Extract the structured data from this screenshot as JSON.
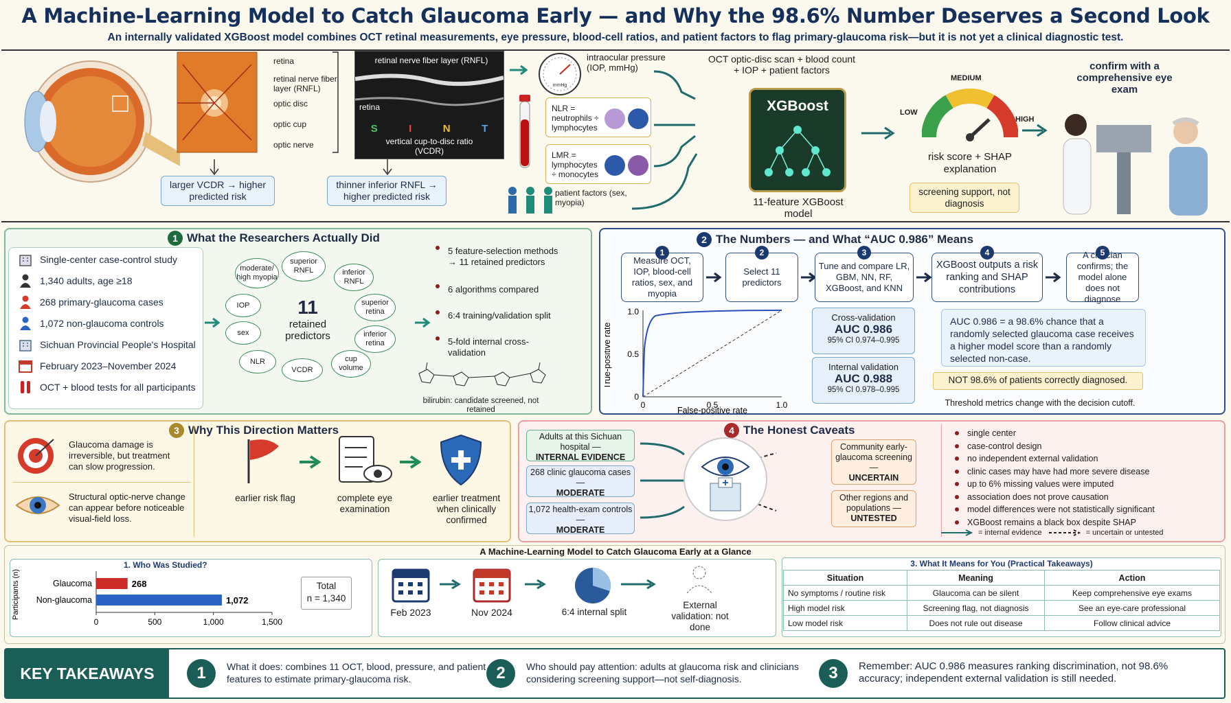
{
  "header": {
    "title": "A Machine-Learning Model to Catch Glaucoma Early — and Why the 98.6% Number Deserves a Second Look",
    "subtitle": "An internally validated XGBoost model combines OCT retinal measurements, eye pressure, blood-cell ratios, and patient factors to flag primary-glaucoma risk—but it is not yet a clinical diagnostic test."
  },
  "hero": {
    "eye_labels": [
      "retina",
      "retinal nerve fiber layer (RNFL)",
      "optic disc",
      "optic cup",
      "optic nerve"
    ],
    "oct_title": "retinal nerve fiber layer (RNFL)",
    "oct_retina": "retina",
    "oct_sectors": [
      "S",
      "I",
      "N",
      "T"
    ],
    "oct_caption": "vertical cup-to-disc ratio (VCDR)",
    "note_vcdr": "larger VCDR → higher predicted risk",
    "note_rnfl": "thinner inferior RNFL → higher predicted risk",
    "iop_label": "intraocular pressure (IOP, mmHg)",
    "gauge_unit": "mmHg",
    "nlr_label": "NLR = neutrophils ÷ lymphocytes",
    "lmr_label": "LMR = lymphocytes ÷ monocytes",
    "patient_label": "patient factors (sex, myopia)",
    "input_heading": "OCT optic-disc scan + blood count + IOP + patient factors",
    "model_name": "XGBoost",
    "model_caption": "11-feature XGBoost model",
    "risk_low": "LOW",
    "risk_medium": "MEDIUM",
    "risk_high": "HIGH",
    "risk_caption": "risk score + SHAP explanation",
    "screening_note": "screening support, not diagnosis",
    "confirm": "confirm with a comprehensive eye exam"
  },
  "section1": {
    "number": "1",
    "title": "What the Researchers Actually Did",
    "items": [
      {
        "icon": "building-icon",
        "text": "Single-center case-control study"
      },
      {
        "icon": "person-icon",
        "text": "1,340 adults, age ≥18"
      },
      {
        "icon": "person-red-icon",
        "text": "268 primary-glaucoma cases"
      },
      {
        "icon": "person-blue-icon",
        "text": "1,072 non-glaucoma controls"
      },
      {
        "icon": "hospital-icon",
        "text": "Sichuan Provincial People's Hospital"
      },
      {
        "icon": "calendar-icon",
        "text": "February 2023–November 2024"
      },
      {
        "icon": "test-tube-icon",
        "text": "OCT + blood tests for all participants"
      }
    ],
    "center_number": "11",
    "center_label": "retained predictors",
    "predictors": [
      "superior RNFL",
      "inferior RNFL",
      "superior retina",
      "inferior retina",
      "cup volume",
      "VCDR",
      "NLR",
      "sex",
      "IOP",
      "moderate/ high myopia"
    ],
    "steps": [
      "5 feature-selection methods → 11 retained predictors",
      "6 algorithms compared",
      "6:4 training/validation split",
      "5-fold internal cross-validation"
    ],
    "bilirubin_caption": "bilirubin: candidate screened, not retained"
  },
  "section2": {
    "number": "2",
    "title": "The Numbers — and What  “AUC 0.986” Means",
    "flow": [
      {
        "n": "1",
        "text": "Measure OCT, IOP, blood-cell ratios, sex, and myopia"
      },
      {
        "n": "2",
        "text": "Select 11 predictors"
      },
      {
        "n": "3",
        "text": "Tune and compare LR, GBM, NN, RF, XGBoost, and KNN"
      },
      {
        "n": "4",
        "text": "XGBoost outputs a risk ranking and SHAP contributions"
      },
      {
        "n": "5",
        "text": "A clinician confirms; the model alone does not diagnose"
      }
    ],
    "roc": {
      "ylabel": "True-positive rate",
      "xlabel": "False-positive rate",
      "ticks": [
        "0",
        "0.5",
        "1.0"
      ],
      "yticks": [
        "0",
        "0.5",
        "1.0"
      ]
    },
    "cv": {
      "title": "Cross-validation",
      "value": "AUC 0.986",
      "ci": "95% CI 0.974–0.995"
    },
    "iv": {
      "title": "Internal validation",
      "value": "AUC 0.988",
      "ci": "95% CI 0.978–0.995"
    },
    "explain": "AUC 0.986 = a 98.6% chance that a randomly selected glaucoma case receives a higher model score than a randomly selected non-case.",
    "warning": "NOT 98.6% of patients correctly diagnosed.",
    "threshold": "Threshold metrics change with the decision cutoff."
  },
  "section3": {
    "number": "3",
    "title": "Why This Direction Matters",
    "note1": "Glaucoma damage is irreversible, but treatment can slow progression.",
    "note2": "Structural optic-nerve change can appear before noticeable visual-field loss.",
    "flow": [
      "earlier risk flag",
      "complete eye examination",
      "earlier treatment when clinically confirmed"
    ]
  },
  "section4": {
    "number": "4",
    "title": "The Honest Caveats",
    "left": [
      {
        "text": "Adults at this Sichuan hospital —",
        "tag": "INTERNAL EVIDENCE"
      },
      {
        "text": "268 clinic glaucoma cases —",
        "tag": "MODERATE"
      },
      {
        "text": "1,072 health-exam controls —",
        "tag": "MODERATE"
      }
    ],
    "right": [
      {
        "text": "Community early-glaucoma screening —",
        "tag": "UNCERTAIN"
      },
      {
        "text": "Other regions and populations —",
        "tag": "UNTESTED"
      }
    ],
    "bullets": [
      "single center",
      "case-control design",
      "no independent external validation",
      "clinic cases may have had more severe disease",
      "up to 6% missing values were imputed",
      "association does not prove causation",
      "model differences were not statistically significant",
      "XGBoost remains a black box despite SHAP"
    ],
    "legend_solid": "= internal evidence",
    "legend_dashed": "= uncertain or untested"
  },
  "glance": {
    "title": "A Machine-Learning Model to Catch Glaucoma Early at a Glance",
    "who_title": "1. Who Was Studied?",
    "ylabel": "Participants (n)",
    "total_label": "Total",
    "total_value": "n = 1,340",
    "timeline": {
      "start": "Feb 2023",
      "end": "Nov 2024",
      "split": "6:4 internal split",
      "external": "External validation: not done"
    },
    "table_title": "3. What It Means for You (Practical Takeaways)",
    "table_headers": [
      "Situation",
      "Meaning",
      "Action"
    ],
    "table_rows": [
      [
        "No symptoms / routine risk",
        "Glaucoma can be silent",
        "Keep comprehensive eye exams"
      ],
      [
        "High model risk",
        "Screening flag, not diagnosis",
        "See an eye-care professional"
      ],
      [
        "Low model risk",
        "Does not rule out disease",
        "Follow clinical advice"
      ]
    ]
  },
  "chart_data": {
    "type": "bar",
    "title": "1. Who Was Studied?",
    "categories": [
      "Glaucoma",
      "Non-glaucoma"
    ],
    "values": [
      268,
      1072
    ],
    "value_labels": [
      "268",
      "1,072"
    ],
    "colors": [
      "#cc2a26",
      "#2a63c4"
    ],
    "xlabel": "",
    "ylabel": "Participants (n)",
    "xlim": [
      0,
      1500
    ],
    "ticks": [
      0,
      500,
      1000,
      1500
    ],
    "tick_labels": [
      "0",
      "500",
      "1,000",
      "1,500"
    ]
  },
  "takeaways": {
    "label": "KEY TAKEAWAYS",
    "items": [
      {
        "n": "1",
        "text": "What it does: combines 11 OCT, blood, pressure, and patient features to estimate primary-glaucoma risk."
      },
      {
        "n": "2",
        "text": "Who should pay attention: adults at glaucoma risk and clinicians considering screening support—not self-diagnosis."
      },
      {
        "n": "3",
        "text": "Remember: AUC 0.986 measures ranking discrimination, not 98.6% accuracy; independent external validation is still needed."
      }
    ]
  }
}
